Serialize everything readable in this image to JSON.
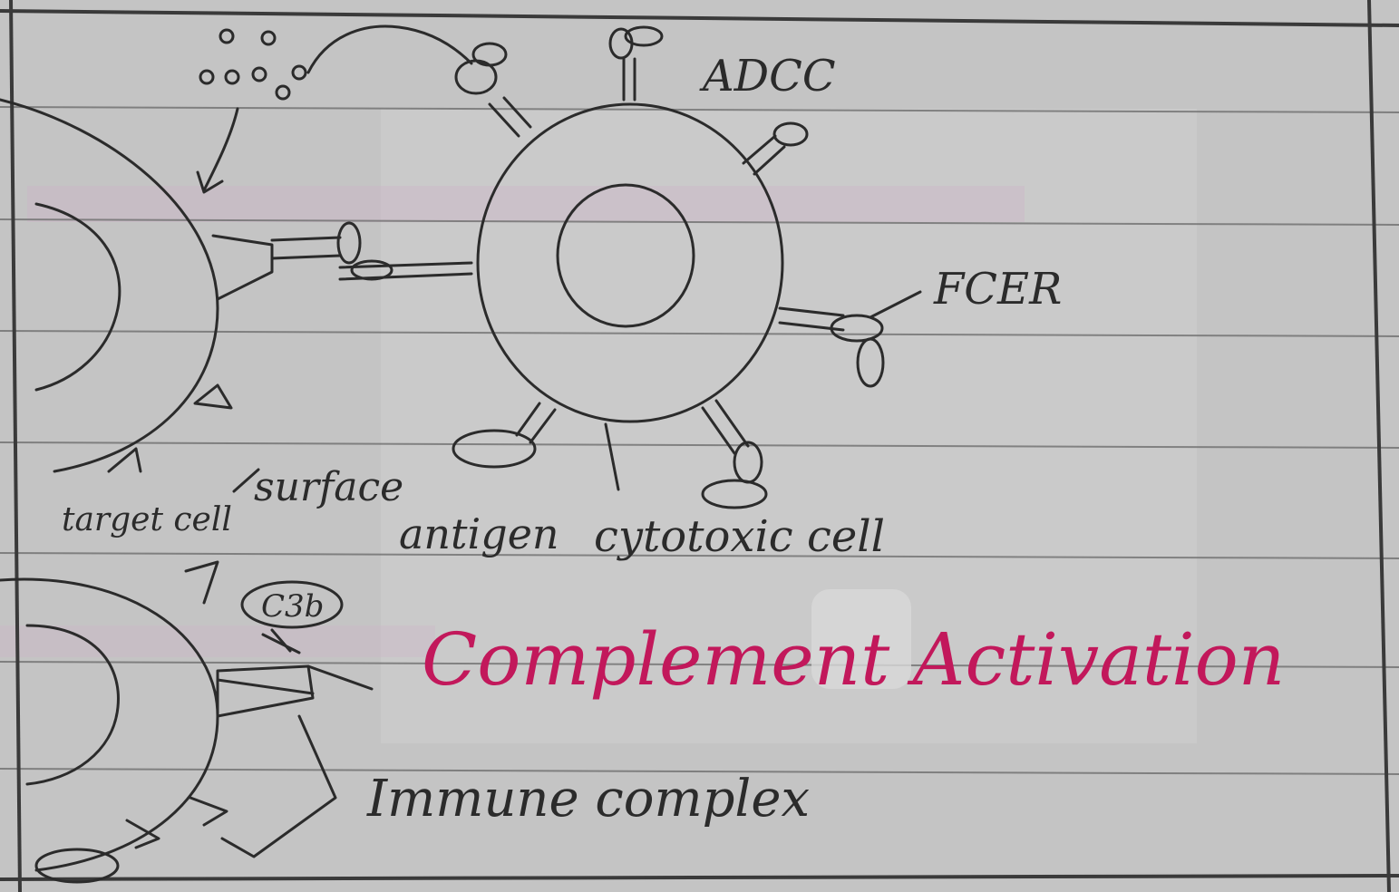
{
  "labels": {
    "adcc": "ADCC",
    "fcer": "FCER",
    "surface": "surface",
    "target_cell": "target cell",
    "antigen": "antigen",
    "cytotoxic_cell": "cytotoxic cell",
    "c3b": "C3b",
    "complement_activation": "Complement Activation",
    "immune_complex": "Immune complex"
  },
  "colors": {
    "paper": "#c4c4c4",
    "paper_light": "#d2d2d2",
    "ink": "#2b2b2b",
    "rule": "#6f6f6f",
    "heading_ink": "#c2185b",
    "bleed": "#cdb5c8"
  }
}
